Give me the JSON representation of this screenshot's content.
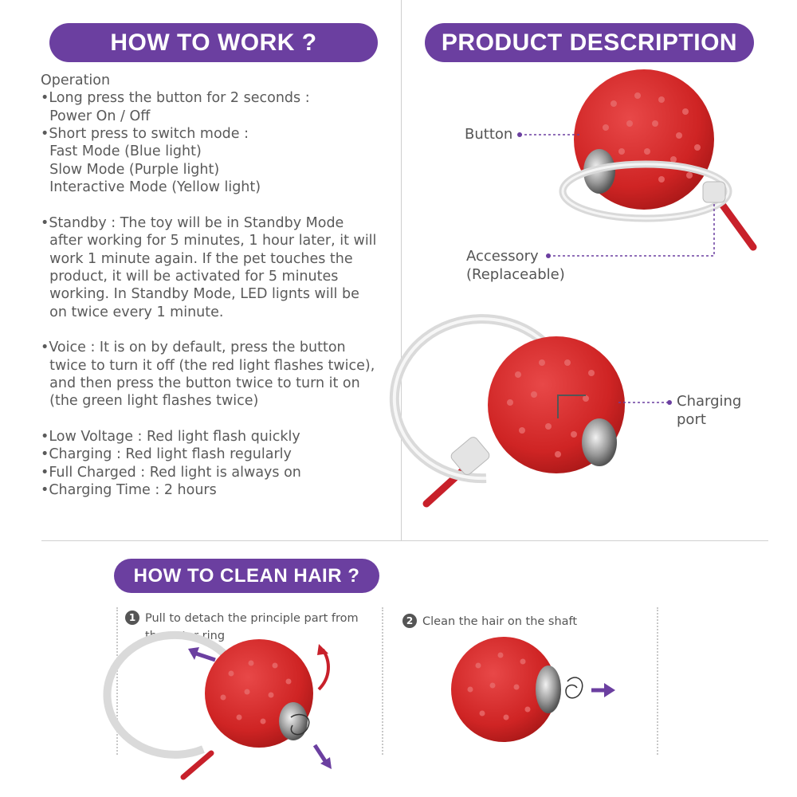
{
  "how_to_work": {
    "title": "HOW TO WORK ?",
    "lines": [
      "Operation",
      "•Long press the button for 2 seconds :",
      "  Power On / Off",
      "•Short press to switch mode :",
      "  Fast Mode (Blue light)",
      "  Slow Mode (Purple light)",
      "  Interactive Mode (Yellow light)",
      "",
      "•Standby : The toy will be in Standby Mode",
      "  after working for 5 minutes, 1 hour later, it will",
      "  work 1 minute again. If the pet touches the",
      "  product, it will be activated for 5 minutes",
      "  working. In Standby Mode, LED lignts will be",
      "  on twice every 1 minute.",
      "",
      "•Voice : It is on by default, press the button",
      "  twice to turn it off (the red light flashes twice),",
      "  and then press the button twice to turn it on",
      "  (the green light flashes twice)",
      "",
      "•Low Voltage : Red light flash quickly",
      "•Charging : Red light flash regularly",
      "•Full Charged : Red light is always on",
      "•Charging Time : 2 hours"
    ]
  },
  "product_description": {
    "title": "PRODUCT DESCRIPTION",
    "button_label": "Button",
    "accessory_label": "Accessory",
    "accessory_sub": "(Replaceable)",
    "charging_label": "Charging",
    "charging_sub": "port"
  },
  "how_to_clean": {
    "title": "HOW TO CLEAN HAIR ?",
    "step1_num": "1",
    "step1_line1": "Pull to detach the principle part from",
    "step1_line2": "the outer ring",
    "step2_num": "2",
    "step2_text": "Clean the hair on the shaft"
  },
  "colors": {
    "accent": "#6b3fa0",
    "ball_red": "#d42a2a",
    "arrow_red": "#c8202a"
  }
}
